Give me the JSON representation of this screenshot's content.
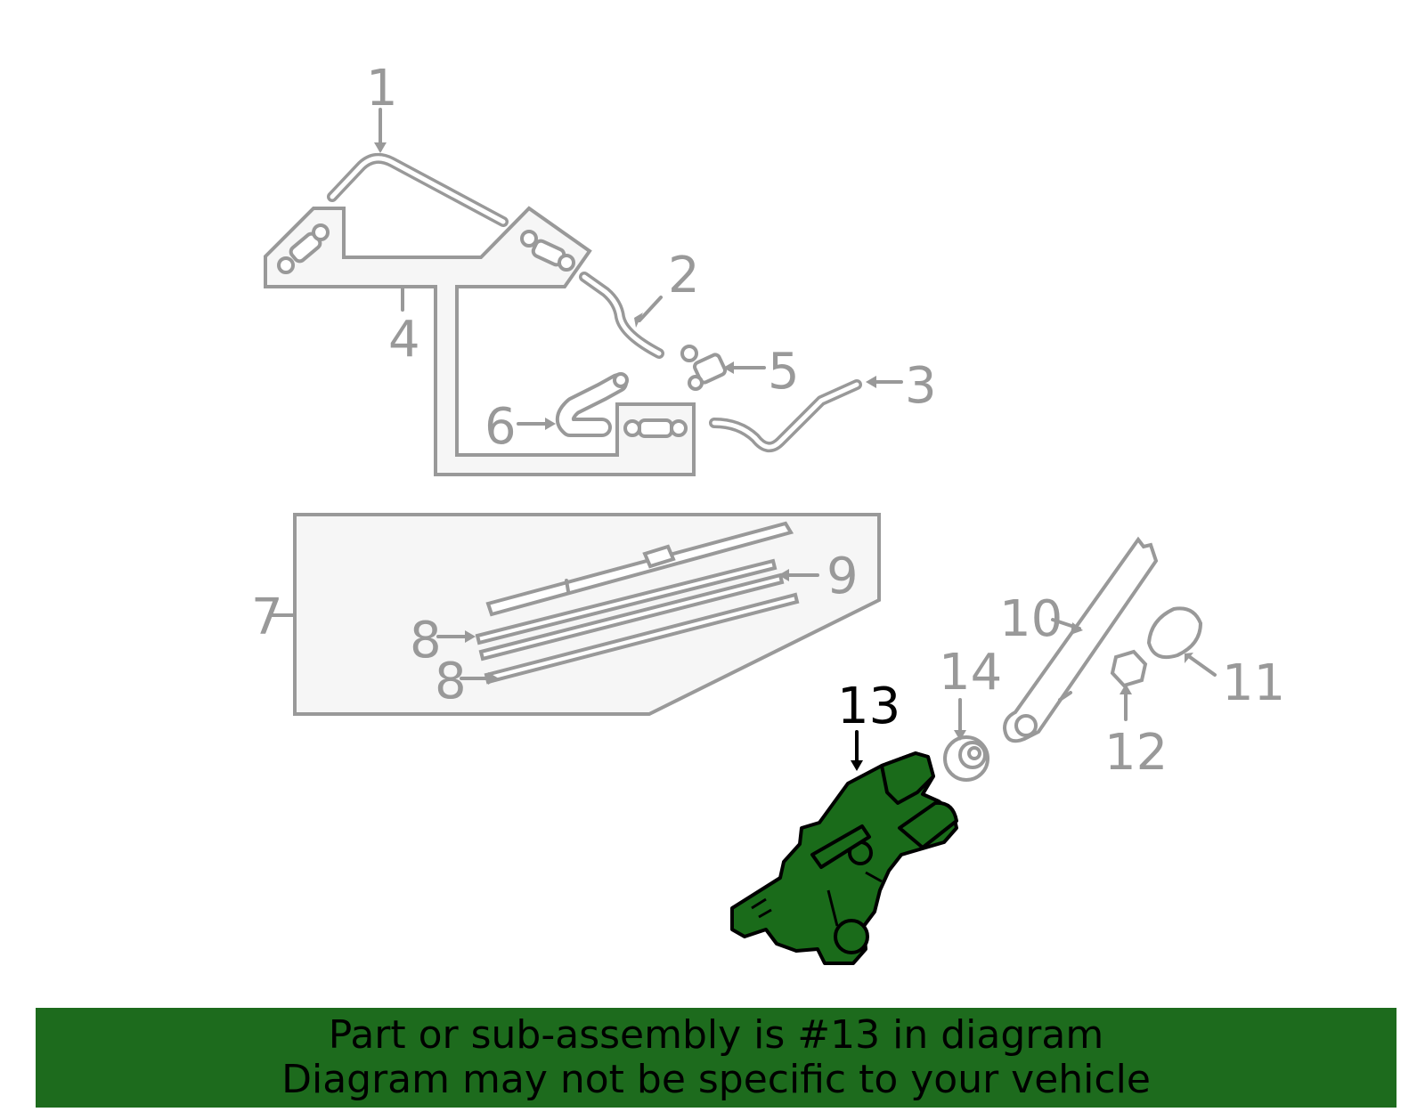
{
  "callouts": {
    "c1": "1",
    "c2": "2",
    "c3": "3",
    "c4": "4",
    "c5": "5",
    "c6": "6",
    "c7": "7",
    "c8a": "8",
    "c8b": "8",
    "c9": "9",
    "c10": "10",
    "c11": "11",
    "c12": "12",
    "c13": "13",
    "c14": "14"
  },
  "highlighted_part": "13",
  "colors": {
    "highlight": "#1a6b1a",
    "banner": "#1d6b1d",
    "inactive": "#999999"
  },
  "banner": {
    "line1": "Part or sub-assembly is #13 in diagram",
    "line2": "Diagram may not be specific to your vehicle"
  }
}
